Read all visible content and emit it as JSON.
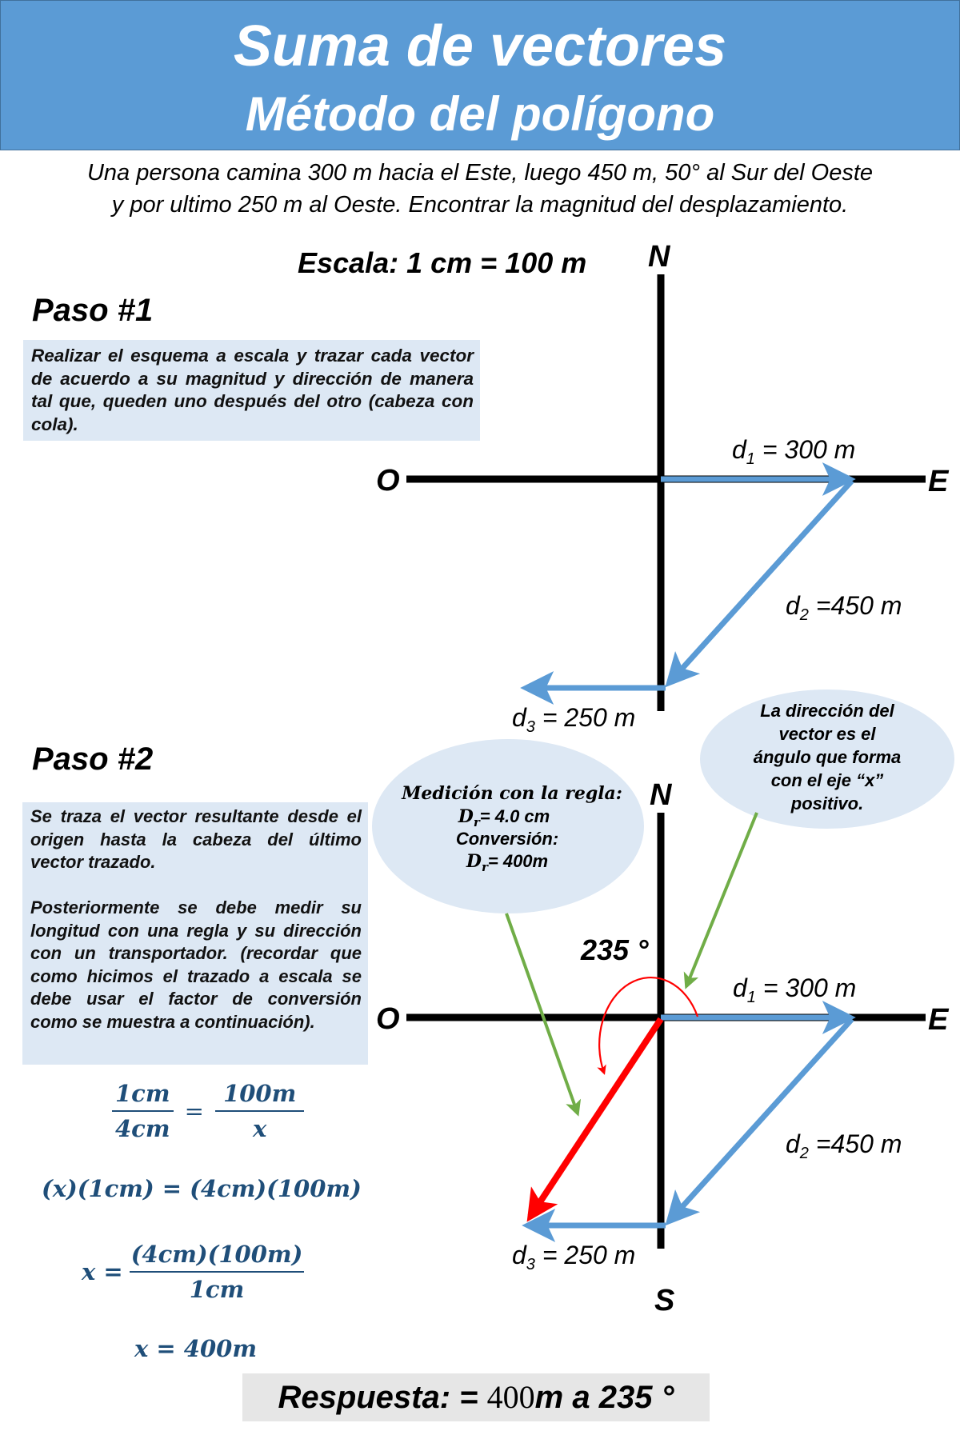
{
  "header": {
    "title": "Suma de vectores",
    "subtitle": "Método del polígono",
    "bg_color": "#5B9BD5"
  },
  "problem": {
    "line1": "Una persona camina 300 m hacia el Este, luego 450 m, 50° al Sur del Oeste",
    "line2": "y por ultimo 250 m al Oeste. Encontrar la magnitud del desplazamiento."
  },
  "scale_label": "Escala: 1 cm = 100 m",
  "step1": {
    "title": "Paso #1",
    "text": "Realizar el esquema a escala y trazar cada vector de acuerdo a su magnitud y dirección de manera tal que, queden uno después del otro (cabeza con cola)."
  },
  "step2": {
    "title": "Paso #2",
    "text1": "Se traza el vector resultante desde el origen hasta la cabeza del último vector trazado.",
    "text2": "Posteriormente se debe medir su longitud con una regla y su dirección con un transportador. (recordar que como hicimos el trazado a escala se debe usar el factor de conversión como se muestra a continuación)."
  },
  "axes": {
    "north": "N",
    "south": "S",
    "east": "E",
    "west": "O"
  },
  "vectors": {
    "d1": {
      "sym": "d",
      "sub": "1",
      "value": " = 300 m"
    },
    "d2": {
      "sym": "d",
      "sub": "2",
      "value": " =450 m"
    },
    "d3": {
      "sym": "d",
      "sub": "3",
      "value": " = 250 m"
    },
    "vector_color": "#5B9BD5",
    "resultant_color": "#FF0000",
    "pointer_color": "#70AD47"
  },
  "angle_label": "235 °",
  "bubble_measure": {
    "line1": "Medición con la regla:",
    "line2_sym": "D",
    "line2_sub": "r",
    "line2_val": "= 4.0 cm",
    "line3": "Conversión:",
    "line4_sym": "D",
    "line4_sub": "r",
    "line4_val": "= 400m"
  },
  "bubble_direction": {
    "line1": "La dirección del",
    "line2": "vector es el",
    "line3": "ángulo que forma",
    "line4": "con el eje “x”",
    "line5": "positivo."
  },
  "math": {
    "eq1_num_left": "1cm",
    "eq1_den_left": "4cm",
    "eq1_equals": "=",
    "eq1_num_right": "100m",
    "eq1_den_right": "x",
    "eq2": "(x)(1cm) = (4cm)(100m)",
    "eq3_lhs": "x =",
    "eq3_num": "(4cm)(100m)",
    "eq3_den": "1cm",
    "eq4": "x = 400m"
  },
  "answer": {
    "label": "Respuesta: = ",
    "value": "400",
    "unit": "m a 235 °"
  }
}
